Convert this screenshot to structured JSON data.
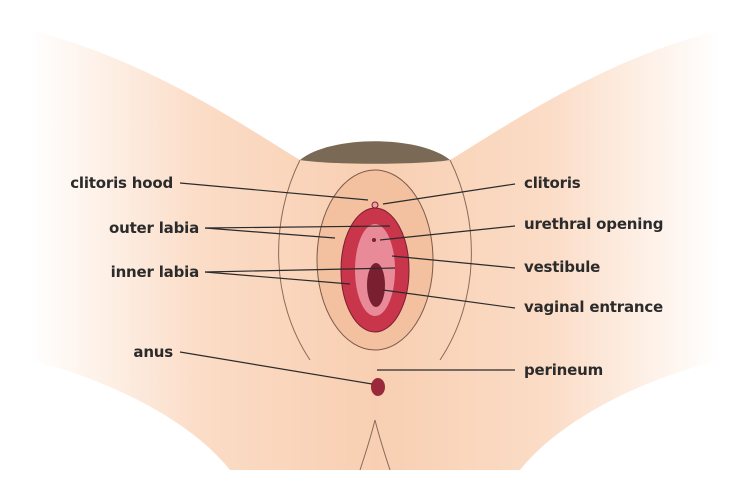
{
  "diagram": {
    "labels_left": [
      "clitoris hood",
      "outer labia",
      "inner labia",
      "anus"
    ],
    "labels_right": [
      "clitoris",
      "urethral opening",
      "vestibule",
      "vaginal entrance",
      "perineum"
    ]
  },
  "colors": {
    "skin": "#f7c9a8",
    "outline": "#2b2b2b",
    "inner": "#c9354a",
    "label": "#2b2b2b"
  }
}
